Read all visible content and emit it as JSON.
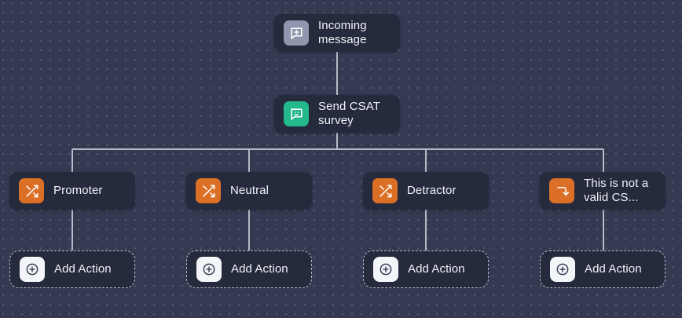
{
  "canvas": {
    "background_color": "#353a52",
    "grid_dot_color": "#a0a6be",
    "connector_color": "#b5bac6"
  },
  "nodes": {
    "incoming": {
      "label": "Incoming\nmessage",
      "icon": "chat-plus-icon",
      "icon_color": "#9096ad"
    },
    "csat": {
      "label": "Send CSAT\nsurvey",
      "icon": "chat-smiley-icon",
      "icon_color": "#24b98a"
    },
    "branches": [
      {
        "label": "Promoter",
        "icon": "shuffle-icon",
        "icon_color": "#db6f26"
      },
      {
        "label": "Neutral",
        "icon": "shuffle-icon",
        "icon_color": "#db6f26"
      },
      {
        "label": "Detractor",
        "icon": "shuffle-icon",
        "icon_color": "#db6f26"
      },
      {
        "label": "This is not a\nvalid CS...",
        "icon": "corner-down-arrow-icon",
        "icon_color": "#db6f26"
      }
    ],
    "add_actions": [
      {
        "label": "Add Action",
        "icon": "plus-circle-icon"
      },
      {
        "label": "Add Action",
        "icon": "plus-circle-icon"
      },
      {
        "label": "Add Action",
        "icon": "plus-circle-icon"
      },
      {
        "label": "Add Action",
        "icon": "plus-circle-icon"
      }
    ]
  }
}
